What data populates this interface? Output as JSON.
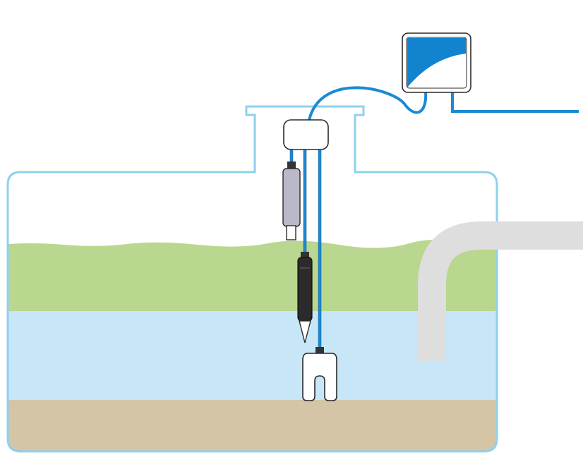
{
  "diagram": {
    "type": "tank-sensor-installation",
    "colors": {
      "tank_outline": "#8fd0ee",
      "scum_layer": "#b9d78f",
      "water_layer": "#c7e6f8",
      "sludge_layer": "#d4c5a6",
      "cable": "#1a8ad4",
      "pipe": "#dedede",
      "sensor_body_gray": "#b9b9c7",
      "sensor_body_black": "#2b2b2b",
      "controller_accent": "#1183cf"
    },
    "layers": [
      "scum",
      "water",
      "sludge"
    ],
    "icons": {
      "controller": "controller-icon",
      "junction_box": "junction-box-icon",
      "upper_probe": "cylindrical-probe-icon",
      "middle_probe": "pointed-probe-icon",
      "bottom_probe": "fork-probe-icon"
    }
  }
}
